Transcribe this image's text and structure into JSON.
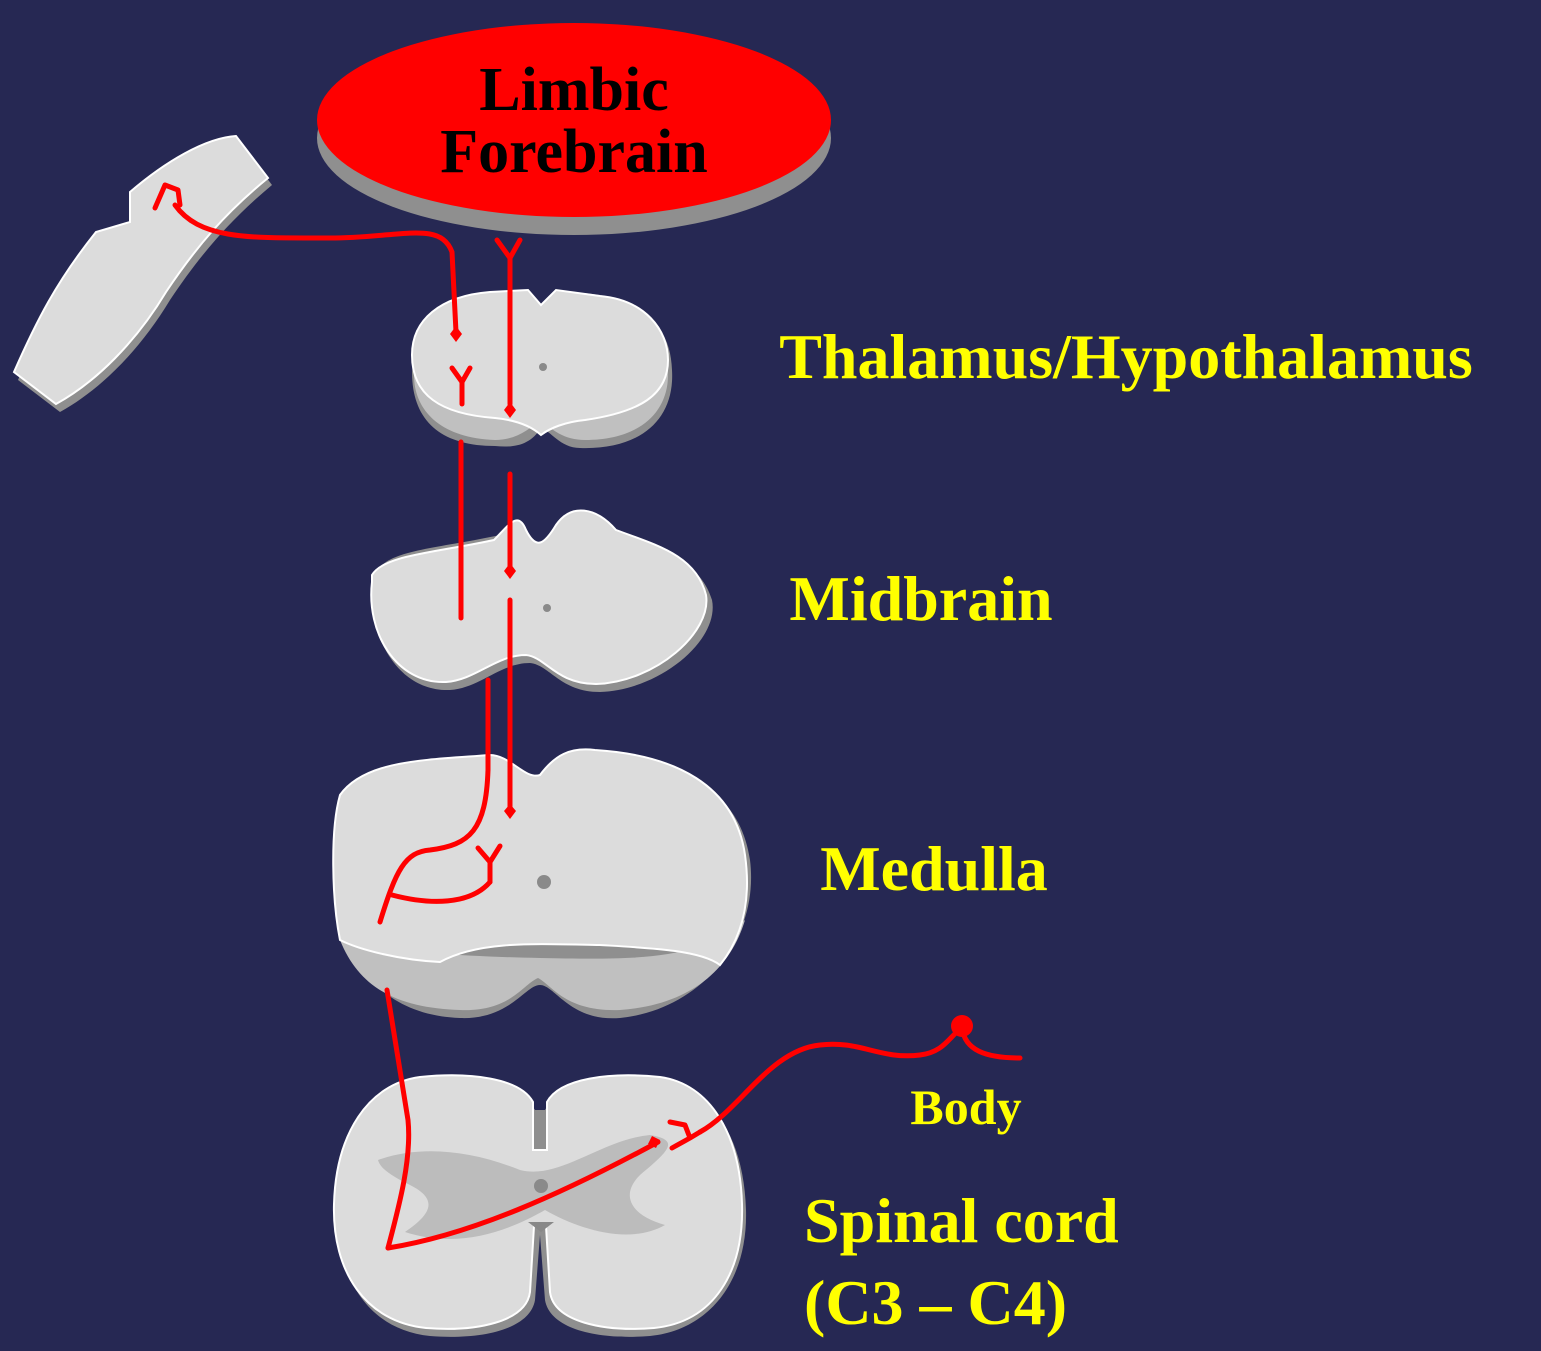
{
  "labels": {
    "limbic_line1": "Limbic",
    "limbic_line2": "Forebrain",
    "thalamus": "Thalamus/Hypothalamus",
    "midbrain": "Midbrain",
    "medulla": "Medulla",
    "body": "Body",
    "spinal_line1": "Spinal cord",
    "spinal_line2": "(C3 – C4)"
  },
  "colors": {
    "background": "#262853",
    "limbic_fill": "#ff0000",
    "label_yellow": "#ffff00",
    "pathway_red": "#ff0000",
    "slice_gray": "#dcdcdc"
  }
}
